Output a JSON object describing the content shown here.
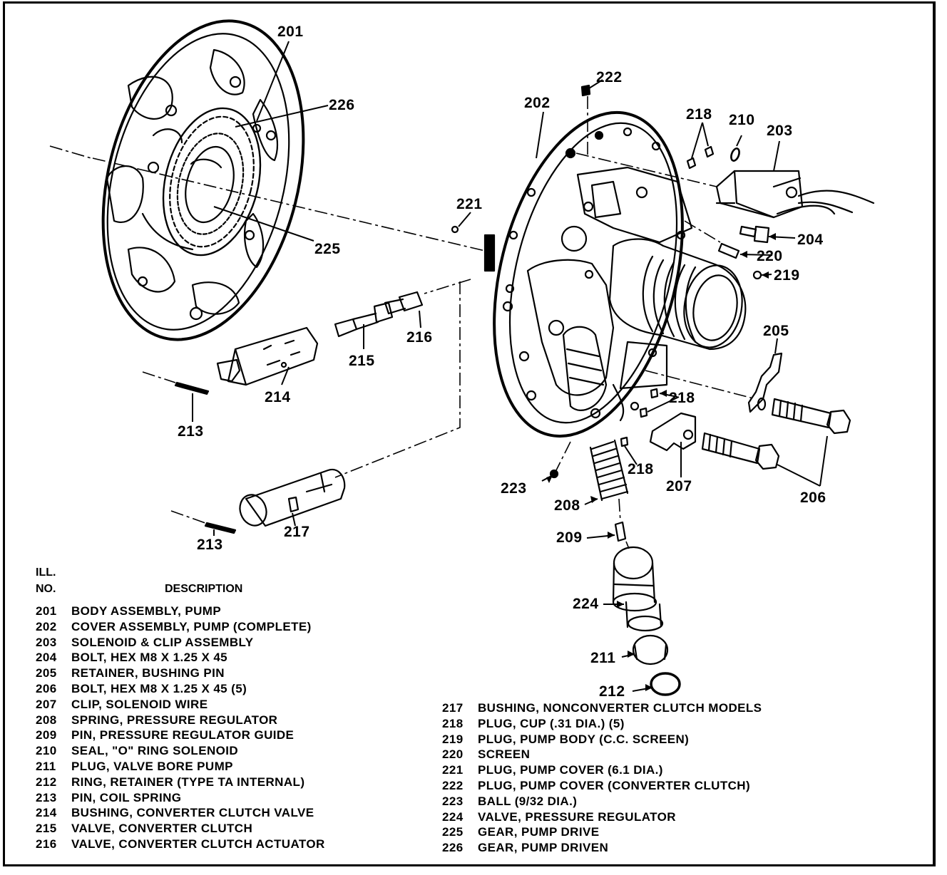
{
  "callouts": {
    "c201": "201",
    "c226": "226",
    "c225": "225",
    "c221": "221",
    "c216": "216",
    "c215": "215",
    "c214": "214",
    "c213a": "213",
    "c213b": "213",
    "c217": "217",
    "c222": "222",
    "c202": "202",
    "c218a": "218",
    "c210": "210",
    "c203": "203",
    "c204": "204",
    "c220": "220",
    "c219": "219",
    "c205": "205",
    "c218b": "218",
    "c218c": "218",
    "c207": "207",
    "c206": "206",
    "c223": "223",
    "c208": "208",
    "c209": "209",
    "c224": "224",
    "c211": "211",
    "c212": "212"
  },
  "legend": {
    "col_ill": "ILL.",
    "col_no": "NO.",
    "col_description": "DESCRIPTION",
    "left_items": [
      {
        "no": "201",
        "desc": "BODY ASSEMBLY, PUMP"
      },
      {
        "no": "202",
        "desc": "COVER ASSEMBLY, PUMP (COMPLETE)"
      },
      {
        "no": "203",
        "desc": "SOLENOID & CLIP ASSEMBLY"
      },
      {
        "no": "204",
        "desc": "BOLT, HEX M8 X 1.25 X 45"
      },
      {
        "no": "205",
        "desc": "RETAINER, BUSHING PIN"
      },
      {
        "no": "206",
        "desc": "BOLT, HEX M8 X 1.25 X 45 (5)"
      },
      {
        "no": "207",
        "desc": "CLIP, SOLENOID WIRE"
      },
      {
        "no": "208",
        "desc": "SPRING, PRESSURE REGULATOR"
      },
      {
        "no": "209",
        "desc": "PIN, PRESSURE REGULATOR GUIDE"
      },
      {
        "no": "210",
        "desc": "SEAL, \"O\" RING SOLENOID"
      },
      {
        "no": "211",
        "desc": "PLUG, VALVE BORE PUMP"
      },
      {
        "no": "212",
        "desc": "RING, RETAINER (TYPE TA INTERNAL)"
      },
      {
        "no": "213",
        "desc": "PIN, COIL SPRING"
      },
      {
        "no": "214",
        "desc": "BUSHING, CONVERTER CLUTCH VALVE"
      },
      {
        "no": "215",
        "desc": "VALVE, CONVERTER CLUTCH"
      },
      {
        "no": "216",
        "desc": "VALVE, CONVERTER CLUTCH ACTUATOR"
      }
    ],
    "right_items": [
      {
        "no": "217",
        "desc": "BUSHING, NONCONVERTER CLUTCH MODELS"
      },
      {
        "no": "218",
        "desc": "PLUG, CUP (.31 DIA.) (5)"
      },
      {
        "no": "219",
        "desc": "PLUG, PUMP BODY (C.C. SCREEN)"
      },
      {
        "no": "220",
        "desc": "SCREEN"
      },
      {
        "no": "221",
        "desc": "PLUG, PUMP COVER (6.1 DIA.)"
      },
      {
        "no": "222",
        "desc": "PLUG, PUMP COVER (CONVERTER CLUTCH)"
      },
      {
        "no": "223",
        "desc": "BALL (9/32 DIA.)"
      },
      {
        "no": "224",
        "desc": "VALVE, PRESSURE REGULATOR"
      },
      {
        "no": "225",
        "desc": "GEAR, PUMP DRIVE"
      },
      {
        "no": "226",
        "desc": "GEAR, PUMP DRIVEN"
      }
    ]
  }
}
